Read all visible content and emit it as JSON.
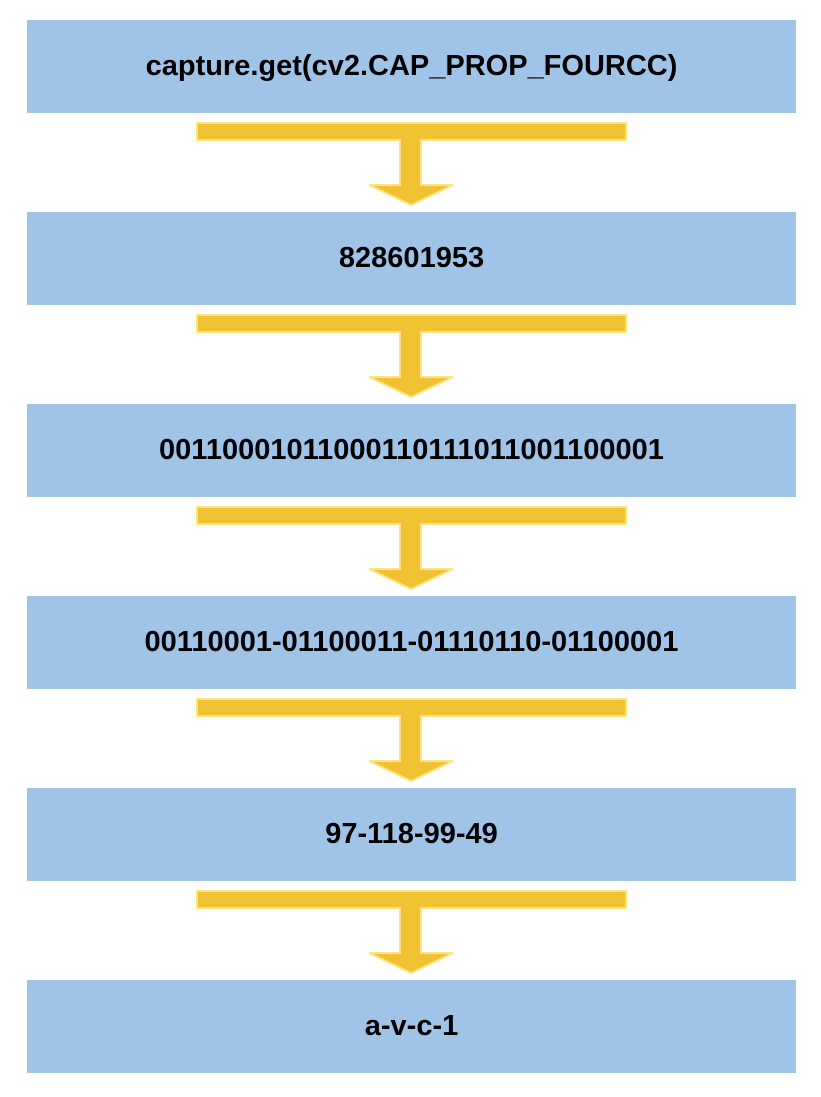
{
  "colors": {
    "box": "#a0c4e8",
    "arrow": "#f0c232",
    "arrow_edge": "#fde28a"
  },
  "steps": [
    {
      "label": "capture.get(cv2.CAP_PROP_FOURCC)"
    },
    {
      "label": "828601953"
    },
    {
      "label": "00110001011000110111011001100001"
    },
    {
      "label": "00110001-01100011-01110110-01100001"
    },
    {
      "label": "97-118-99-49"
    },
    {
      "label": "a-v-c-1"
    }
  ]
}
